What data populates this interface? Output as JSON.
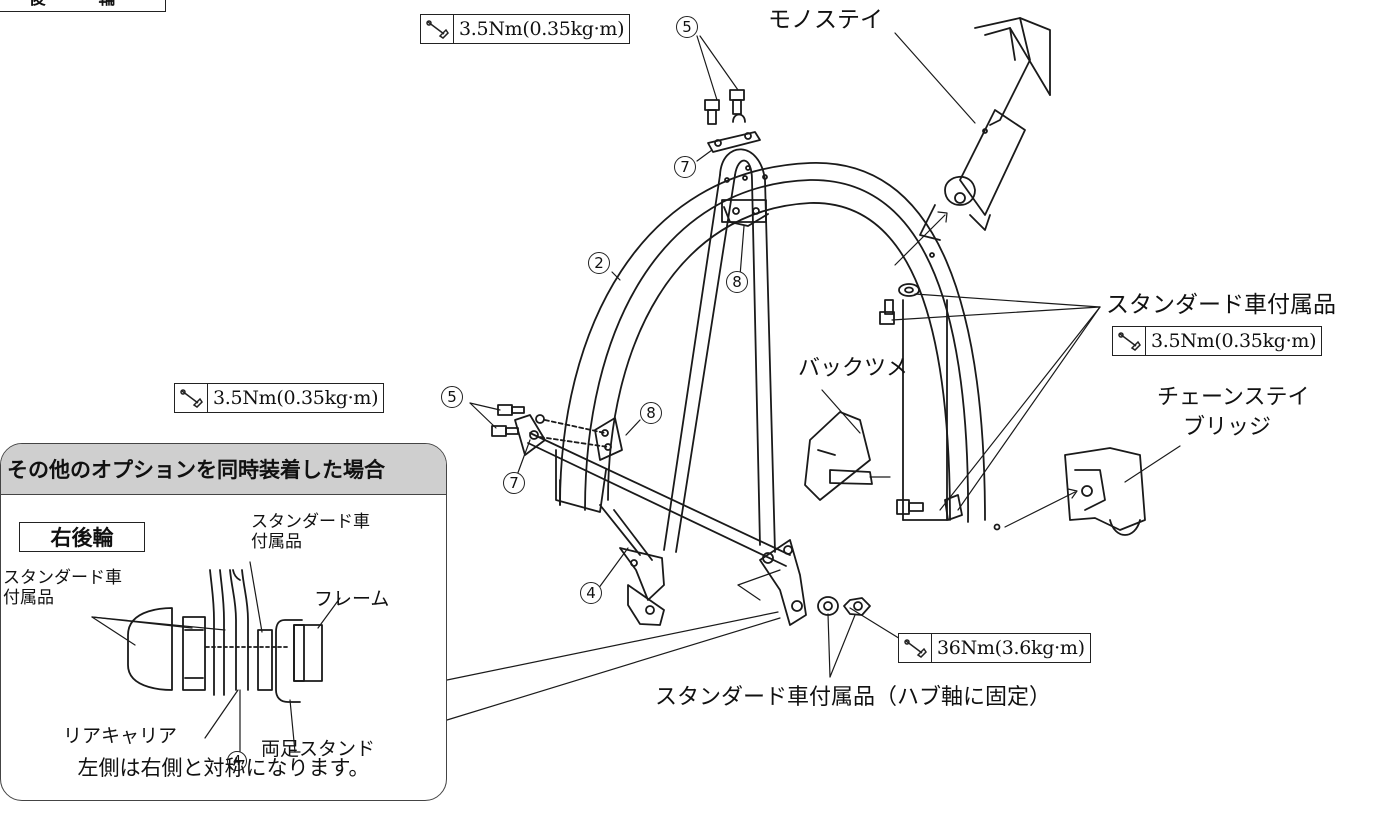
{
  "corner_label": "後　輪",
  "torque_icon": "torque-wrench-icon",
  "torques": {
    "top": "3.5Nm(0.35kg·m)",
    "left": "3.5Nm(0.35kg·m)",
    "right": "3.5Nm(0.35kg·m)",
    "axle": "36Nm(3.6kg·m)"
  },
  "labels": {
    "mono_stay": "モノステイ",
    "standard_accessory": "スタンダード車付属品",
    "back_tsume": "バックツメ",
    "chain_stay_bridge_1": "チェーンステイ",
    "chain_stay_bridge_2": "ブリッジ",
    "hub_axle_note": "スタンダード車付属品（ハブ軸に固定）"
  },
  "part_numbers": {
    "p5_top": "5",
    "p7_top": "7",
    "p2": "2",
    "p8_top": "8",
    "p8_left": "8",
    "p5_left": "5",
    "p7_left": "7",
    "p4": "4"
  },
  "inset": {
    "header": "その他のオプションを同時装着した場合",
    "side": "右後輪",
    "standard_left_1": "スタンダード車",
    "standard_left_2": "付属品",
    "standard_top_1": "スタンダード車",
    "standard_top_2": "付属品",
    "frame": "フレーム",
    "rear_carrier": "リアキャリア",
    "part4": "4",
    "double_stand": "両足スタンド",
    "note": "左側は右側と対称になります。"
  }
}
